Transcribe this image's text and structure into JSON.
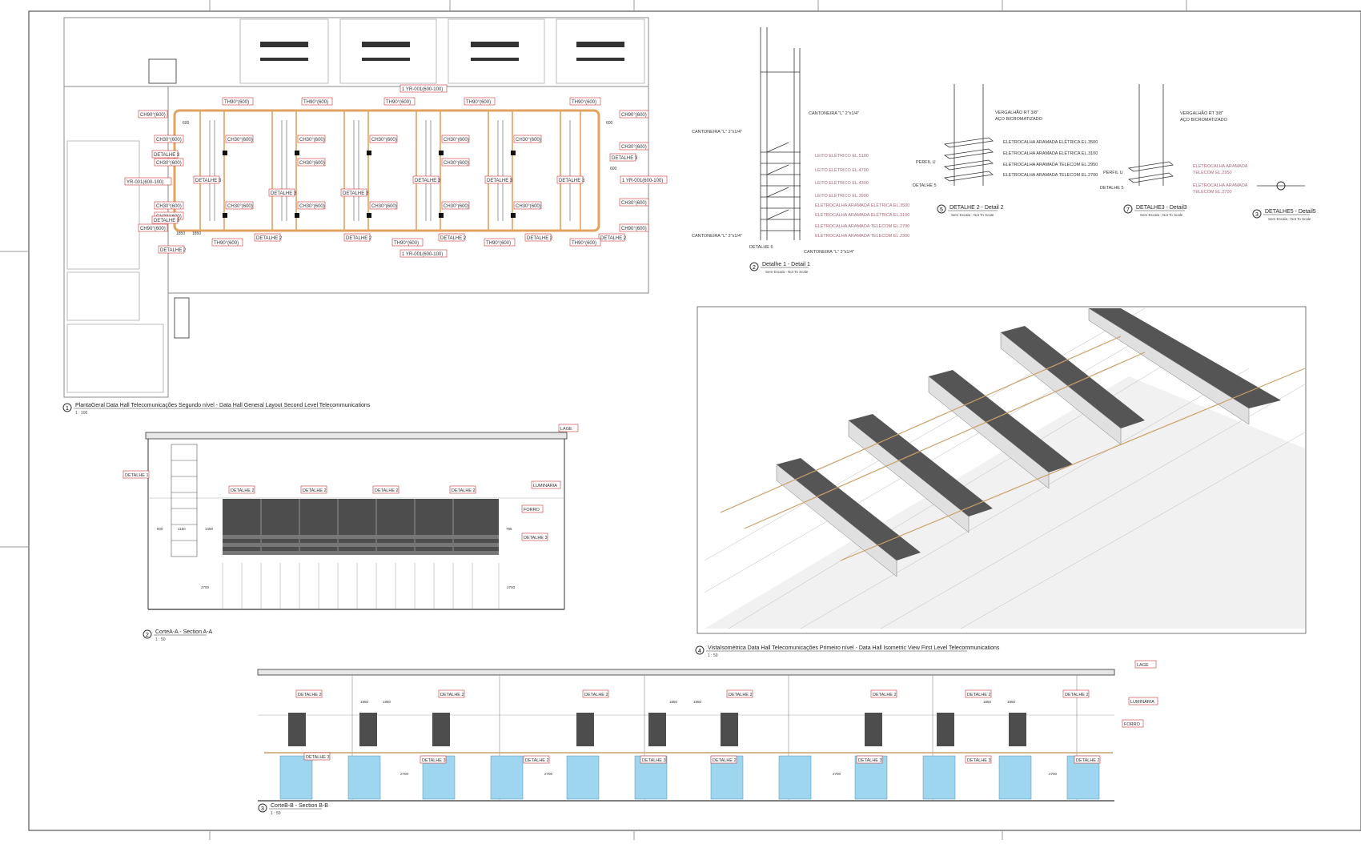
{
  "sheet": {
    "views": {
      "plan": {
        "number": "1",
        "title": "PlantaGeral Data Hall Telecomunicações Segundo nível - Data Hall General Layout Second Level Telecommunications",
        "scale": "1 : 100",
        "tags": {
          "th_top": [
            "TH90°(600)",
            "TH90°(600)",
            "TH90°(600)",
            "TH90°(600)",
            "TH90°(600)"
          ],
          "yr_top": "1 YR-001(600-100)",
          "yr_bottom": "1 YR-001(600-100)",
          "yr_right": "1 YR-001(600-100)",
          "yr_left": "YR-001(600-100)",
          "ch_left": [
            "CH90°(600)",
            "CH30°(600)",
            "CH30°(600)",
            "CH30°(600)",
            "CH30°(600)",
            "CH90°(600)"
          ],
          "ch_right": [
            "CH90°(600)",
            "CH30°(600)",
            "CH30°(600)",
            "CH90°(600)"
          ],
          "ch_inner": [
            "CH30°(600)",
            "CH30°(600)",
            "CH30°(600)",
            "CH30°(600)",
            "CH30°(600)",
            "CH30°(600)",
            "CH30°(600)",
            "CH30°(600)",
            "CH30°(600)",
            "CH30°(600)",
            "CH30°(600)",
            "CH30°(600)"
          ],
          "detalhe3": [
            "DETALHE 3",
            "DETALHE 3",
            "DETALHE 3",
            "DETALHE 3",
            "DETALHE 3",
            "DETALHE 3",
            "DETALHE 3",
            "DETALHE 3",
            "DETALHE 3"
          ],
          "detalhe2": [
            "DETALHE 2",
            "DETALHE 2",
            "DETALHE 2",
            "DETALHE 2",
            "DETALHE 2",
            "DETALHE 2"
          ],
          "th_bottom": [
            "TH90°(600)",
            "TH90°(600)",
            "TH90°(600)",
            "TH90°(600)"
          ],
          "dims": [
            "600",
            "600",
            "600",
            "1850",
            "1850"
          ]
        }
      },
      "detail1": {
        "number": "2",
        "title": "Detalhe 1 - Detail 1",
        "scale": "Sem Escala - Not To Scale",
        "labels": [
          "CANTONEIRA \"L\" 2\"x1/4\"",
          "CANTONEIRA \"L\" 2\"x1/4\"",
          "CANTONEIRA \"L\" 2\"x1/4\"",
          "CANTONEIRA \"L\" 2\"x1/4\""
        ],
        "levels": [
          "LEITO ELÉTRICO EL.5100",
          "LEITO ELÉTRICO EL.4700",
          "LEITO ELÉTRICO EL.4300",
          "LEITO ELÉTRICO EL.3900",
          "ELETROCALHA ARAMADA ELÉTRICA EL.3500",
          "ELETROCALHA ARAMADA ELÉTRICA EL.3100",
          "ELETROCALHA ARAMADA TELECOM EL.2700",
          "ELETROCALHA ARAMADA TELECOM EL.2300"
        ],
        "detalhe": "DETALHE 5"
      },
      "detail2": {
        "number": "5",
        "title": "DETALHE 2 - Detail 2",
        "scale": "Sem Escala - Not To Scale",
        "labels": [
          "VERGALHÃO RT 3/8\"",
          "AÇO BICROMATIZADO",
          "PERFIL U",
          "DETALHE 5"
        ],
        "levels": [
          "ELETROCALHA ARAMADA ELÉTRICA EL.3500",
          "ELETROCALHA ARAMADA ELÉTRICA EL.3100",
          "ELETROCALHA ARAMADA TELECOM EL.2950",
          "ELETROCALHA ARAMADA TELECOM EL.2700"
        ]
      },
      "detail3": {
        "number": "7",
        "title": "DETALHE3 - Detail3",
        "scale": "Sem Escala - Not To Scale",
        "labels": [
          "VERGALHÃO RT 3/8\"",
          "AÇO BICROMATIZADO",
          "PERFIL U",
          "DETALHE 5"
        ],
        "levels": [
          "ELETROCALHA ARAMADA",
          "TELECOM EL.2950",
          "ELETROCALHA ARAMADA",
          "TELECOM EL.2700"
        ]
      },
      "detail5": {
        "number": "3",
        "title": "DETALHE5 - Detail5",
        "scale": "Sem Escala - Not To Scale"
      },
      "section_a": {
        "number": "2",
        "title": "CorteA-A - Section A-A",
        "scale": "1 : 50",
        "labels": {
          "lage": "LAGE",
          "luminaria": "LUMINÁRIA",
          "forro": "FORRO",
          "detalhe1": "DETALHE 1",
          "detalhe3": "DETALHE 3",
          "detalhe2": [
            "DETALHE 2",
            "DETALHE 2",
            "DETALHE 2",
            "DETALHE 2"
          ]
        },
        "dims": [
          "800",
          "1150",
          "1450",
          "2700",
          "2700",
          "785"
        ]
      },
      "isometric": {
        "number": "4",
        "title": "VistaIsométrica Data Hall Telecomunicações Primeiro nível - Data Hall Isometric View First Level Telecommunications",
        "scale": "1 : 50"
      },
      "section_b": {
        "number": "3",
        "title": "CorteB-B - Section B-B",
        "scale": "1 : 50",
        "labels": {
          "lage": "LAGE",
          "luminaria": "LUMINÁRIA",
          "forro": "FORRO",
          "detalhe2_top": [
            "DETALHE 2",
            "DETALHE 2",
            "DETALHE 2",
            "DETALHE 2",
            "DETALHE 2",
            "DETALHE 2",
            "DETALHE 2"
          ],
          "detalhe_mid": [
            "DETALHE 3",
            "DETALHE 3",
            "DETALHE 2",
            "DETALHE 3",
            "DETALHE 2",
            "DETALHE 3",
            "DETALHE 2",
            "DETALHE 3"
          ]
        },
        "dims": [
          "1850",
          "1850",
          "1850",
          "1850",
          "1850",
          "1850",
          "2700",
          "2700",
          "2700",
          "2700"
        ]
      }
    }
  }
}
